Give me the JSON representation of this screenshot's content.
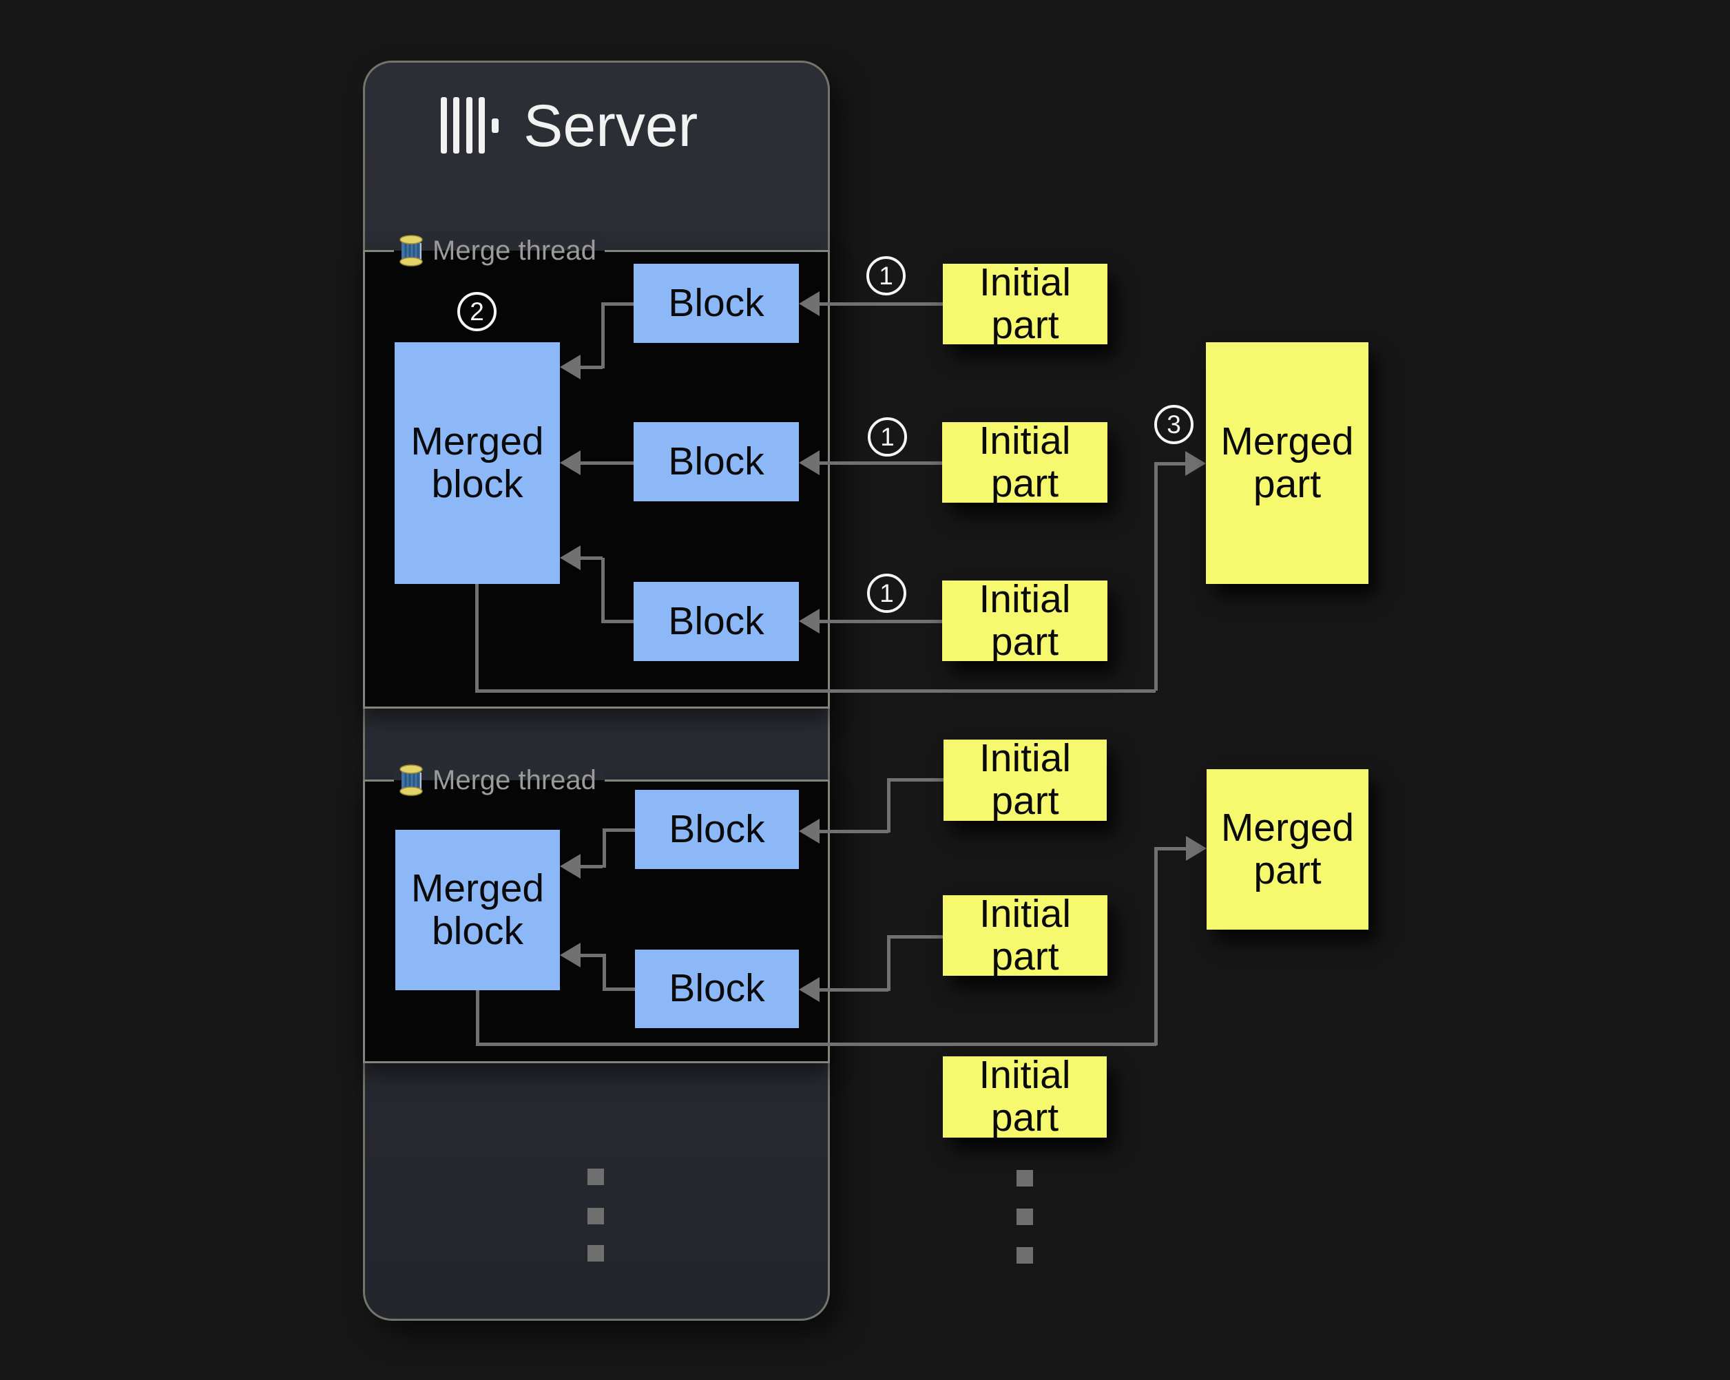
{
  "colors": {
    "background": "#171717",
    "server_bg": "#292b32",
    "thread_panel_bg": "#050505",
    "block_blue": "#8cb8f8",
    "part_yellow": "#f6f96d",
    "line_gray": "#717171",
    "legend_gray": "#9b9b9b",
    "title_white": "#f2f2f2"
  },
  "server": {
    "title": "Server",
    "logo_icon": "clickhouse-logo"
  },
  "thread1": {
    "label": "Merge thread",
    "icon": "thread-spool-icon",
    "merged_block": "Merged block",
    "blocks": [
      "Block",
      "Block",
      "Block"
    ]
  },
  "thread2": {
    "label": "Merge thread",
    "icon": "thread-spool-icon",
    "merged_block": "Merged block",
    "blocks": [
      "Block",
      "Block"
    ]
  },
  "flow1": {
    "initial_parts": [
      "Initial part",
      "Initial part",
      "Initial part"
    ],
    "merged_part": "Merged part"
  },
  "flow2": {
    "initial_parts": [
      "Initial part",
      "Initial part"
    ],
    "merged_part": "Merged part",
    "queued_initial_part": "Initial part"
  },
  "steps": {
    "initial": "1",
    "merge": "2",
    "merged": "3"
  }
}
